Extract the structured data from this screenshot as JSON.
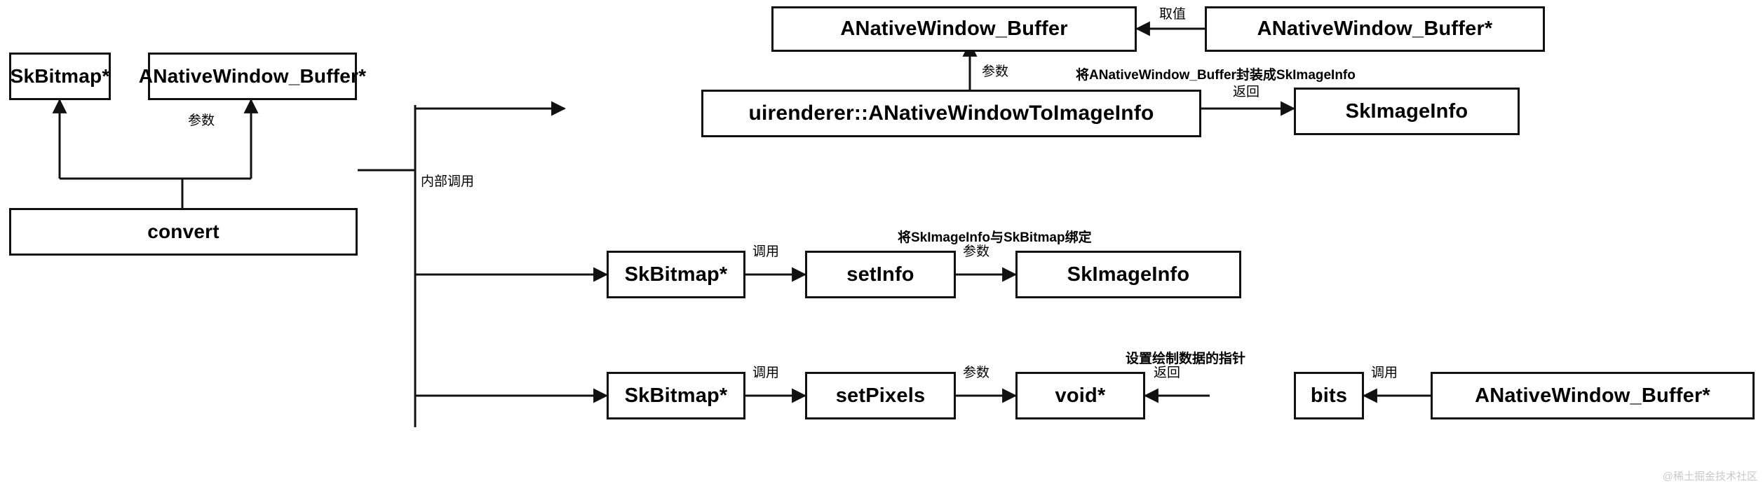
{
  "diagram": {
    "title": "convert flow: SkBitmap / ANativeWindow_Buffer",
    "stroke_color": "#111111",
    "node_fill": "#ffffff",
    "watermark": "@稀土掘金技术社区"
  },
  "nodes": {
    "sk_bitmap_top": "SkBitmap*",
    "anw_buffer_ptr_top": "ANativeWindow_Buffer*",
    "convert": "convert",
    "anw_buffer": "ANativeWindow_Buffer",
    "anw_buffer_ptr_right": "ANativeWindow_Buffer*",
    "to_image_info": "uirenderer::ANativeWindowToImageInfo",
    "sk_image_info_1": "SkImageInfo",
    "sk_bitmap_row2": "SkBitmap*",
    "set_info": "setInfo",
    "sk_image_info_2": "SkImageInfo",
    "sk_bitmap_row3": "SkBitmap*",
    "set_pixels": "setPixels",
    "void_ptr": "void*",
    "bits": "bits",
    "anw_buffer_ptr_bottom": "ANativeWindow_Buffer*"
  },
  "edge_labels": {
    "convert_params": "参数",
    "internal_call": "内部调用",
    "get_value": "取值",
    "to_image_info_param": "参数",
    "to_image_info_return": "返回",
    "set_info_call": "调用",
    "set_info_param": "参数",
    "set_pixels_call": "调用",
    "set_pixels_param": "参数",
    "void_return": "返回",
    "bits_call": "调用"
  },
  "captions": {
    "wrap_buffer": "将ANativeWindow_Buffer封装成SkImageInfo",
    "bind_info": "将SkImageInfo与SkBitmap绑定",
    "set_data_pointer": "设置绘制数据的指针"
  }
}
